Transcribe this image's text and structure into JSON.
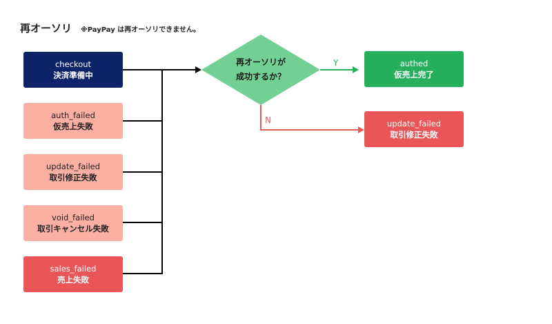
{
  "title": "再オーソリ",
  "note": "※PayPay は再オーソリできません。",
  "sources": [
    {
      "en": "checkout",
      "ja": "決済準備中",
      "color": "#0c2367"
    },
    {
      "en": "auth_failed",
      "ja": "仮売上失敗",
      "color": "#fcb0a4"
    },
    {
      "en": "update_failed",
      "ja": "取引修正失敗",
      "color": "#fcb0a4"
    },
    {
      "en": "void_failed",
      "ja": "取引キャンセル失敗",
      "color": "#fcb0a4"
    },
    {
      "en": "sales_failed",
      "ja": "売上失敗",
      "color": "#ea5558"
    }
  ],
  "decision": {
    "line1": "再オーソリが",
    "line2": "成功するか？",
    "color": "#72d095"
  },
  "yes": {
    "label": "Y",
    "en": "authed",
    "ja": "仮売上完了",
    "color": "#26b05d"
  },
  "no": {
    "label": "N",
    "en": "update_failed",
    "ja": "取引修正失敗",
    "color": "#ea5558"
  }
}
